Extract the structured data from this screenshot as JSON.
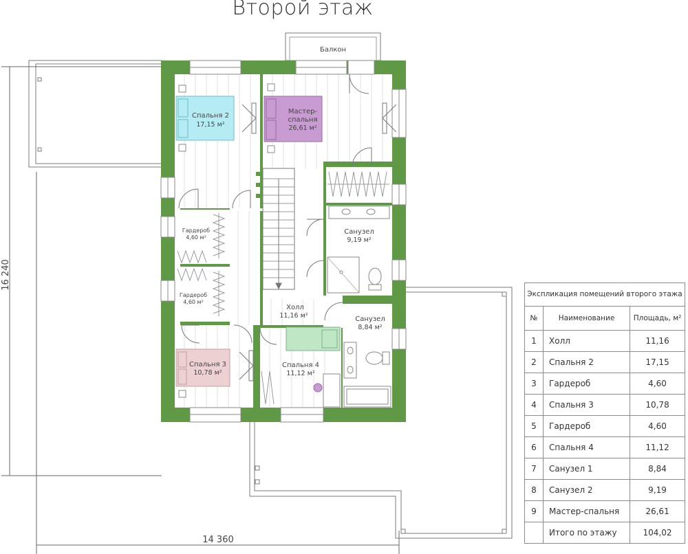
{
  "title": "Второй этаж",
  "colors": {
    "wall": "#5f9946",
    "bedroom2": "#b5ecf3",
    "master": "#c89bd2",
    "bedroom3": "#ecd0d2",
    "bedroom4_bed": "#bfe7c5"
  },
  "dimensions": {
    "height": "16 240",
    "width": "14 360"
  },
  "rooms": {
    "balcony": "Балкон",
    "bedroom2": {
      "name": "Спальня 2",
      "area": "17,15 м²"
    },
    "master": {
      "name1": "Мастер-",
      "name2": "спальня",
      "area": "26,61 м²"
    },
    "wardrobe1": {
      "name": "Гардероб",
      "area": "4,60 м²"
    },
    "wardrobe2": {
      "name": "Гардероб",
      "area": "4,60 м²"
    },
    "bathroom_upper": {
      "name": "Санузел",
      "area": "9,19 м²"
    },
    "hall": {
      "name": "Холл",
      "area": "11,16 м²"
    },
    "bathroom_lower": {
      "name": "Санузел",
      "area": "8,84 м²"
    },
    "bedroom3": {
      "name": "Спальня 3",
      "area": "10,78 м²"
    },
    "bedroom4": {
      "name": "Спальня 4",
      "area": "11,12 м²"
    }
  },
  "explication": {
    "caption": "Экспликация помещений второго этажа",
    "headers": {
      "num": "№",
      "name": "Наименование",
      "area": "Площадь, м²"
    },
    "rows": [
      {
        "num": "1",
        "name": "Холл",
        "area": "11,16"
      },
      {
        "num": "2",
        "name": "Спальня 2",
        "area": "17,15"
      },
      {
        "num": "3",
        "name": "Гардероб",
        "area": "4,60"
      },
      {
        "num": "4",
        "name": "Спальня 3",
        "area": "10,78"
      },
      {
        "num": "5",
        "name": "Гардероб",
        "area": "4,60"
      },
      {
        "num": "6",
        "name": "Спальня 4",
        "area": "11,12"
      },
      {
        "num": "7",
        "name": "Санузел 1",
        "area": "8,84"
      },
      {
        "num": "8",
        "name": "Санузел 2",
        "area": "9,19"
      },
      {
        "num": "9",
        "name": "Мастер-спальня",
        "area": "26,61"
      }
    ],
    "total": {
      "name": "Итого по этажу",
      "area": "104,02"
    }
  }
}
